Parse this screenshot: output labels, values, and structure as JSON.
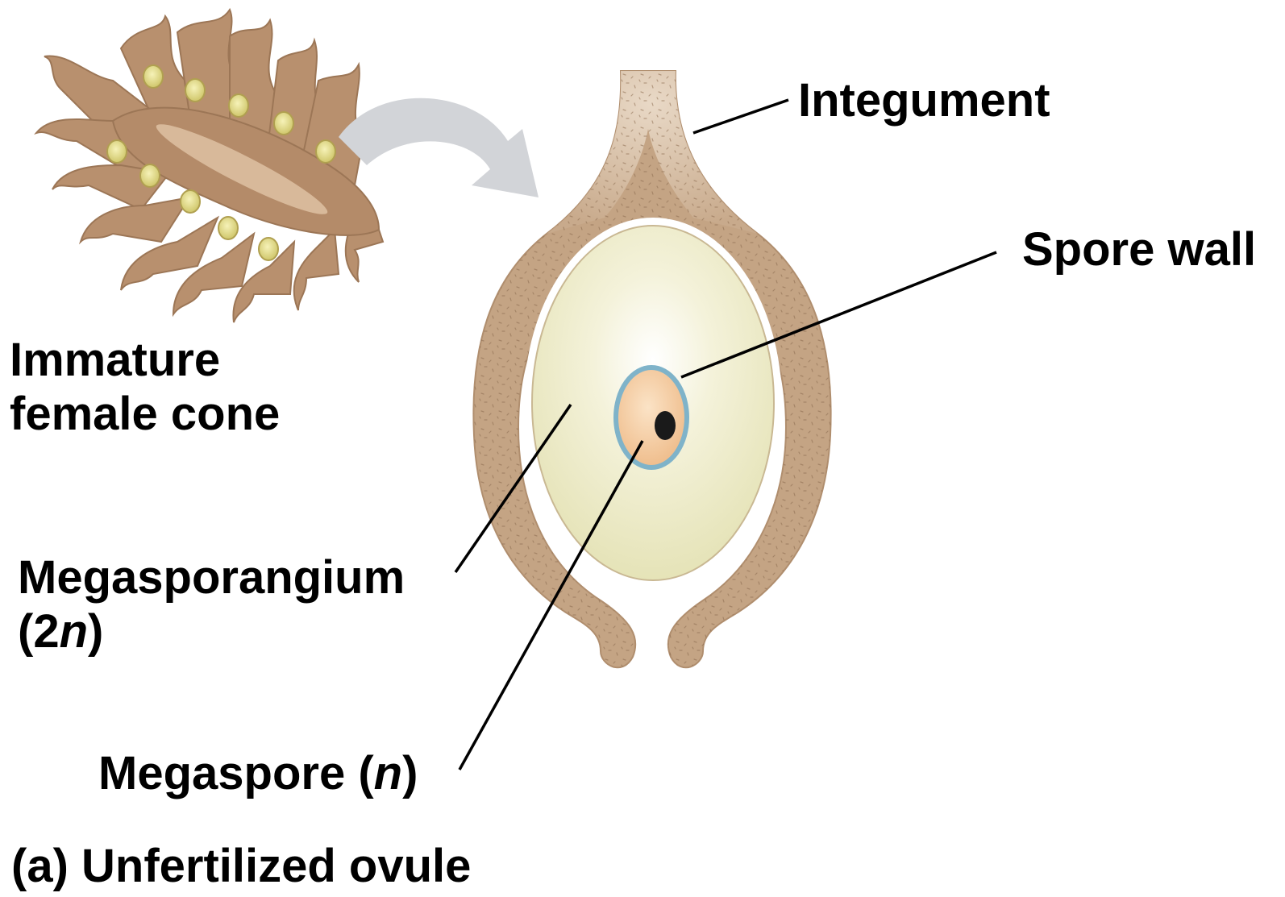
{
  "labels": {
    "integument": "Integument",
    "spore_wall": "Spore wall",
    "cone_line1": "Immature",
    "cone_line2": "female cone",
    "megasporangium": "Megasporangium",
    "megasporangium_ploidy_open": "(2",
    "megasporangium_ploidy_n": "n",
    "megasporangium_ploidy_close": ")",
    "megaspore": "Megaspore (",
    "megaspore_n": "n",
    "megaspore_close": ")",
    "caption": "(a) Unfertilized ovule"
  },
  "colors": {
    "integument": "#c4a484",
    "integument_light": "#e6d4c0",
    "megasporangium": "#f3f0d2",
    "megasporangium_shade": "#e4e2b4",
    "spore_wall": "#7fb3c9",
    "megaspore": "#f2c69a",
    "nucleus": "#1a1a1a",
    "cone": "#b8906e",
    "cone_dark": "#9c7656",
    "ovule_on_cone": "#e8e08a",
    "arrow": "#d2d4d8",
    "leader_line": "#000000"
  }
}
